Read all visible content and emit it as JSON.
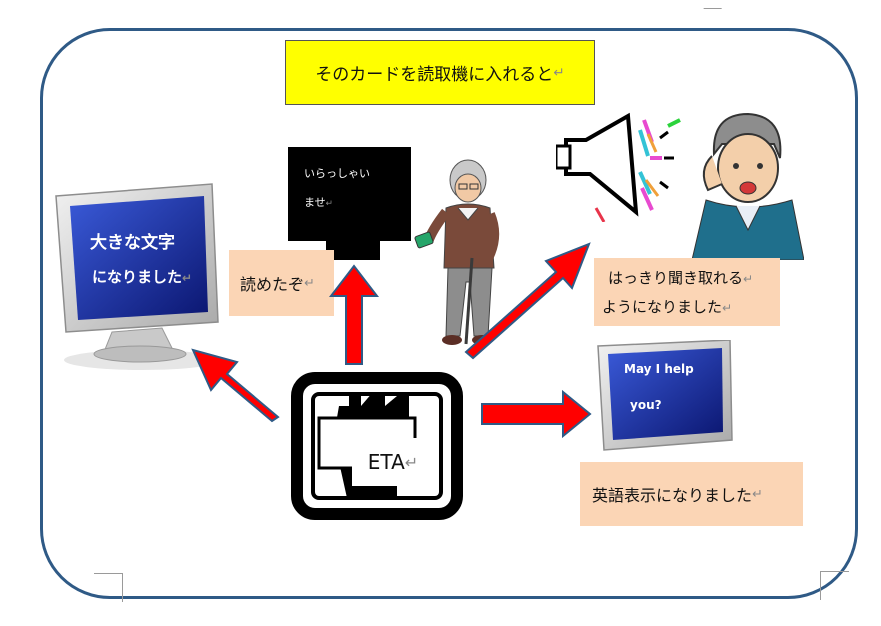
{
  "title": "そのカードを読取機に入れると",
  "return_mark": "↵",
  "center_card_label": "ETA",
  "sign_lines": [
    "いらっしゃい",
    "ませ"
  ],
  "read_it_label": "読めたぞ",
  "large_text_screen": [
    "大きな文字",
    "になりました"
  ],
  "hearing_label": [
    "はっきり聞き取れる",
    "ようになりました"
  ],
  "english_screen": [
    "May I help",
    "you?"
  ],
  "english_label": "英語表示になりました",
  "colors": {
    "frame": "#2f5a86",
    "title_bg": "#ffff00",
    "label_bg": "#fbd5b5",
    "arrow": "#ff0000",
    "screen": "#1a2fa8"
  }
}
